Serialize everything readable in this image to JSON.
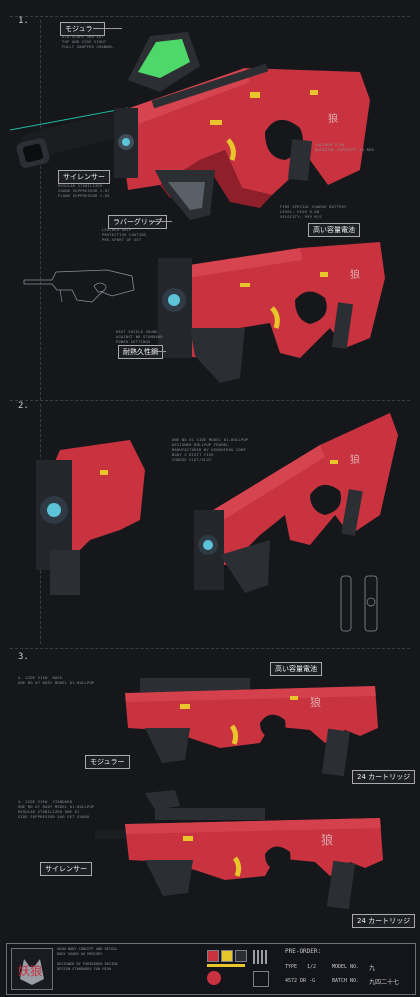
{
  "sections": {
    "s1": "1.",
    "s2": "2.",
    "s3": "3."
  },
  "callouts": {
    "modular": "モジュラー",
    "silencer": "サイレンサー",
    "rubber_grip": "ラバーグリップ",
    "high_cap_battery": "高い容量電池",
    "heat_resistant": "耐熱久性鋼",
    "battery_s3": "高い容量電池",
    "modular_s3": "モジュラー",
    "cartridge_a": "24 カートリッジ",
    "silencer_s3": "サイレンサー",
    "cartridge_b": "24 カートリッジ"
  },
  "notes": {
    "n_modular": "STD-SCOPE 400 SET\nTOP AND SIDE SIGHT\nFULLY SWAPPED CHANNEL",
    "n_silencer": "REGULAR STABILIZED\nSOUND SUPPRESSOR 1.07\nFLOWE SUPPRESSOR 1.05",
    "n_rubber": "LEATHER GRIP\nPROTECTIVE COATING\nPRE-SPORT OF SET",
    "n_caliber": "CALIBER 5.60\nMAGAZINE CAPACITY 24 RDS",
    "n_battery": "FIRE SPECIAL CHARGE BATTERY\nLEVEL: HIGH 0.00\nVELOCITY: 999 M/S",
    "n_heat": "HEAT SHIELD SOUND\nAGAINST NO STANDARD\nPOWER SETTINGS",
    "n_s2": "ONE NO 01 SIDE MODEL 01-BULLPUP\nDESIGNER BULLPUP FRAMEL\nMANUFACTURED BY KENSHIROU CORP\nBODY 5 DIGIT FIVE\nCHARGE SLOT/SLOT",
    "n_s3a": "4. SIDE VIEW  BASE\nONE MO 07 BODY MODEL 01-BULLPUP",
    "n_s3b": "4. SIDE VIEW  STANDARD\nONE MO 07 BODY MODEL 01-BULLPUP\nREGULAR STABILIZER ONE 01\nSIDE SUPPRESSOR 400 SET GUARD"
  },
  "logo": {
    "kanji": "妖狼"
  },
  "footer": {
    "info": "ORAW BODY CONCEPT AND DETAIL\nBODY GUARD AO MERCURY\n\nDESIGNED BY FORBIDDEN DESIGN\nDESIGN STANDARDS FOR HIGH",
    "preorder": "PRE-ORDER:",
    "lbl_type": "TYPE",
    "val_type": "1/2",
    "lbl_model": "MODEL NO.",
    "val_model": "九",
    "lbl_date": "4572 DR -G",
    "lbl_batch": "BATCH NO.",
    "val_batch": "九四二十七"
  },
  "colors": {
    "body_red": "#c8333f",
    "body_dark": "#8f1f2a",
    "metal": "#2b2e33",
    "accent_yellow": "#e8c52a",
    "scope_green": "#4fd86a",
    "laser": "#1fb9a8"
  }
}
